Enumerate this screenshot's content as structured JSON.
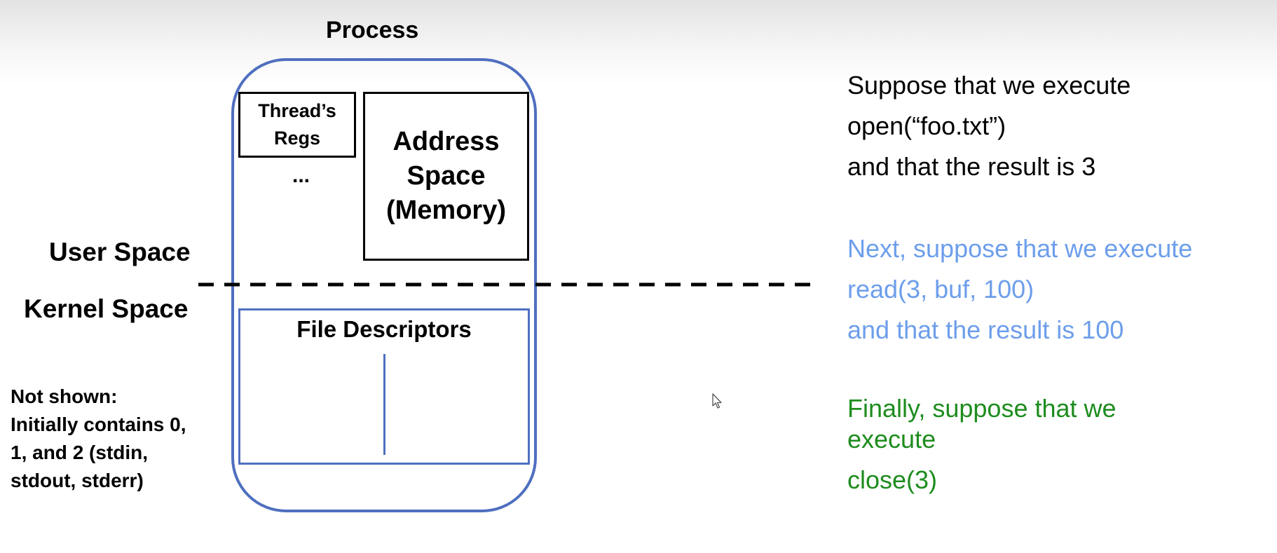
{
  "diagram": {
    "process_title": "Process",
    "threads_regs_lines": "Thread’s\nRegs",
    "ellipsis": "...",
    "address_space_lines": "Address\nSpace\n(Memory)",
    "user_space_label": "User Space",
    "kernel_space_label": "Kernel Space",
    "file_descriptors_title": "File Descriptors",
    "note_lines": [
      "Not shown:",
      "Initially contains 0,",
      "1, and 2 (stdin,",
      "stdout, stderr)"
    ],
    "colors": {
      "process_border": "#4f6fbf",
      "file_descriptors_border": "#4f6fbf"
    }
  },
  "steps": [
    {
      "color": "#000000",
      "lines": [
        "Suppose that we execute",
        "open(“foo.txt”)",
        "and that the result is 3"
      ]
    },
    {
      "color": "#6d9eeb",
      "lines": [
        "Next, suppose that we execute",
        "read(3, buf, 100)",
        "and that the result is 100"
      ]
    },
    {
      "color": "#1e8c1e",
      "lines": [
        "Finally, suppose that we",
        "execute",
        "close(3)"
      ]
    }
  ]
}
